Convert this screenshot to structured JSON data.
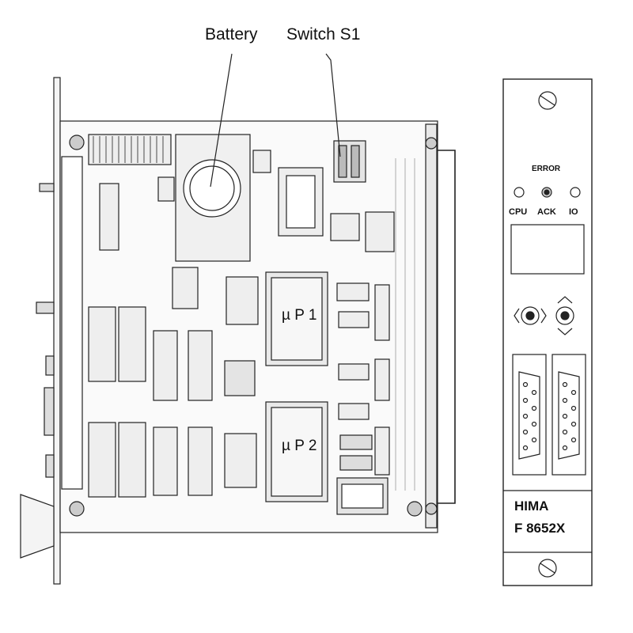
{
  "callouts": {
    "battery": "Battery",
    "switch_s1": "Switch S1"
  },
  "board": {
    "processor_1": "µ P 1",
    "processor_2": "µ P 2"
  },
  "front_panel": {
    "error_heading": "ERROR",
    "led_cpu": "CPU",
    "led_ack": "ACK",
    "led_io": "IO",
    "brand": "HIMA",
    "model": "F 8652X"
  }
}
